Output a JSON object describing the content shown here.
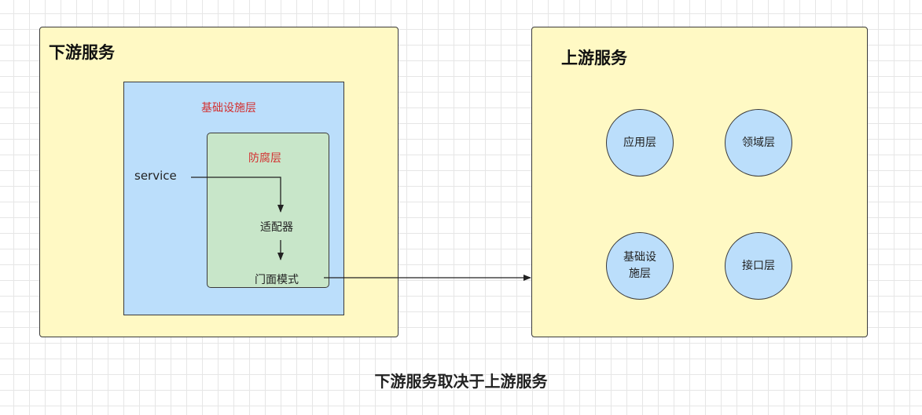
{
  "downstream": {
    "title": "下游服务"
  },
  "infra": {
    "title": "基础设施层"
  },
  "acl": {
    "title": "防腐层",
    "adapter": "适配器",
    "facade": "门面模式"
  },
  "service_label": "service",
  "upstream": {
    "title": "上游服务",
    "layers": [
      "应用层",
      "领域层",
      "基础设施层",
      "接口层"
    ]
  },
  "caption": "下游服务取决于上游服务",
  "colors": {
    "outer_box": "#fff9c4",
    "infra_box": "#bbdefb",
    "acl_box": "#c8e6c9",
    "circle": "#bbdefb",
    "red_label": "#d32f2f",
    "border": "#3a3a3a"
  }
}
